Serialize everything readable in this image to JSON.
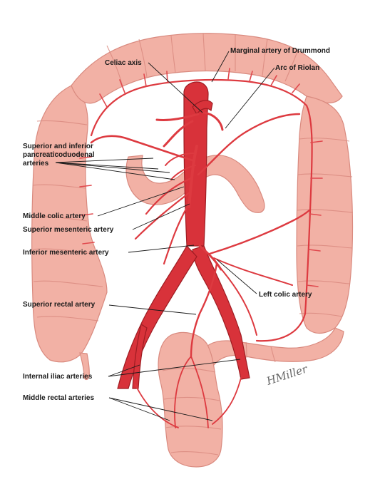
{
  "labels": {
    "marginal_artery": "Marginal artery of Drummond",
    "arc_of_riolan": "Arc of Riolan",
    "celiac_axis": "Celiac axis",
    "pancreaticoduodenal_line1": "Superior and inferior",
    "pancreaticoduodenal_line2": "pancreaticoduodenal",
    "pancreaticoduodenal_line3": "arteries",
    "middle_colic": "Middle colic artery",
    "superior_mesenteric": "Superior mesenteric artery",
    "inferior_mesenteric": "Inferior mesenteric artery",
    "left_colic": "Left colic artery",
    "superior_rectal": "Superior rectal artery",
    "internal_iliac": "Internal iliac arteries",
    "middle_rectal": "Middle rectal arteries"
  },
  "signature": "HMiller",
  "colors": {
    "colon_fill": "#f2b1a5",
    "colon_stroke": "#d98a7f",
    "artery": "#dd3a40",
    "aorta": "#d8323a",
    "text": "#1a1a1a"
  }
}
